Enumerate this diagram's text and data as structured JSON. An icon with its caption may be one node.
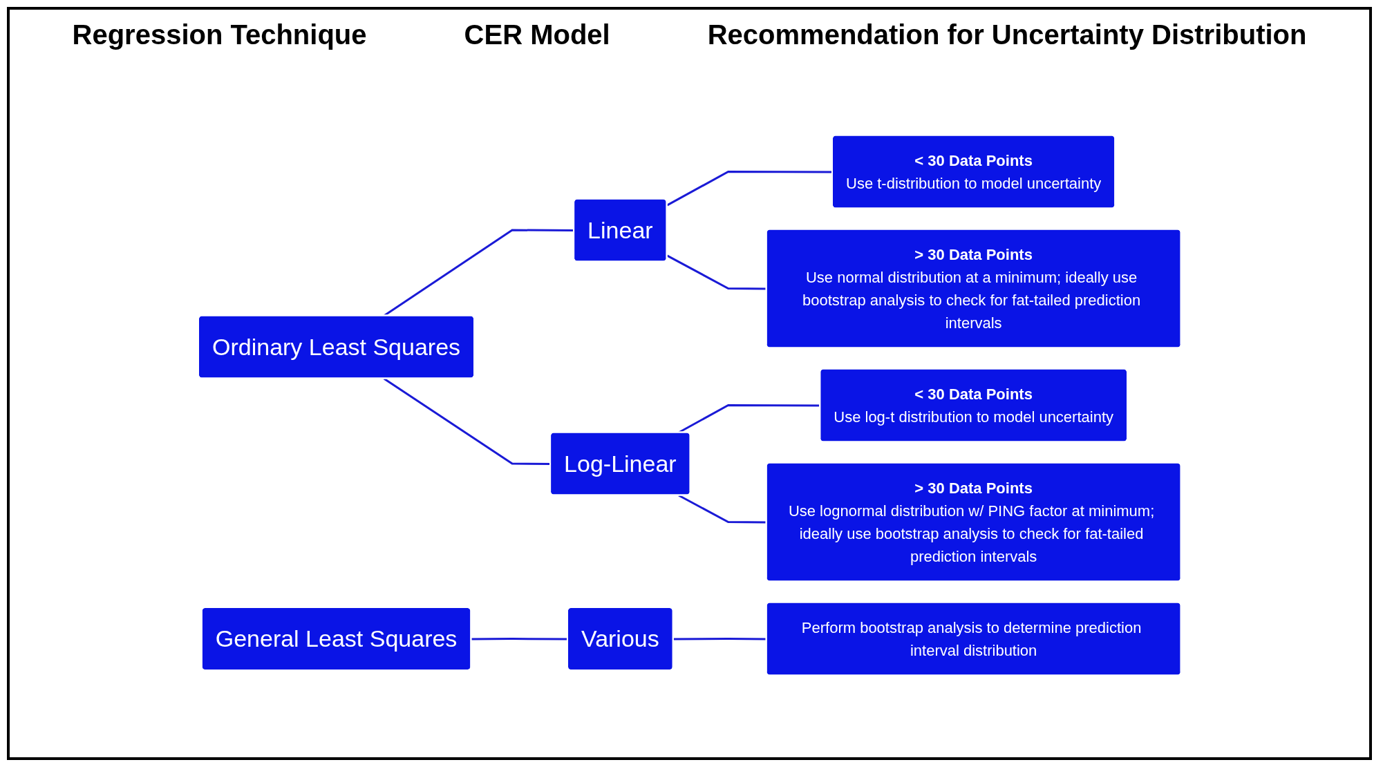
{
  "diagram": {
    "nodes": [
      {
        "text": [
          "Ordinary Least Squares"
        ]
      },
      {
        "text": [
          "Linear"
        ]
      },
      {
        "text": [
          "Log-Linear"
        ]
      },
      {
        "text": [
          "< 30 Data Points",
          "Use t-distribution to model uncertainty"
        ]
      },
      {
        "text": [
          "> 30 Data Points",
          "Use normal distribution at a minimum; ideally use bootstrap analysis to check for fat-tailed prediction intervals"
        ]
      },
      {
        "text": [
          "< 30 Data Points",
          "Use log-t distribution to model uncertainty"
        ]
      },
      {
        "text": [
          "> 30 Data Points",
          "Use lognormal distribution w/ PING factor at minimum; ideally use bootstrap analysis to check for fat-tailed prediction intervals"
        ]
      },
      {
        "text": [
          "General Least Squares"
        ]
      },
      {
        "text": [
          "Various"
        ]
      },
      {
        "text": [
          "Perform bootstrap analysis to determine prediction interval distribution"
        ]
      }
    ],
    "edges": [
      {
        "from": 0,
        "to": 1,
        "arrow": "none"
      },
      {
        "from": 0,
        "to": 2,
        "arrow": "none"
      },
      {
        "from": 1,
        "to": 3,
        "arrow": "none"
      },
      {
        "from": 1,
        "to": 4,
        "arrow": "none"
      },
      {
        "from": 2,
        "to": 5,
        "arrow": "none"
      },
      {
        "from": 2,
        "to": 6,
        "arrow": "none"
      },
      {
        "from": 7,
        "to": 8,
        "arrow": "none"
      },
      {
        "from": 8,
        "to": 9,
        "arrow": "none"
      }
    ],
    "labels": [
      "Regression Technique",
      "CER Model",
      "Recommendation for Uncertainty Distribution"
    ]
  }
}
